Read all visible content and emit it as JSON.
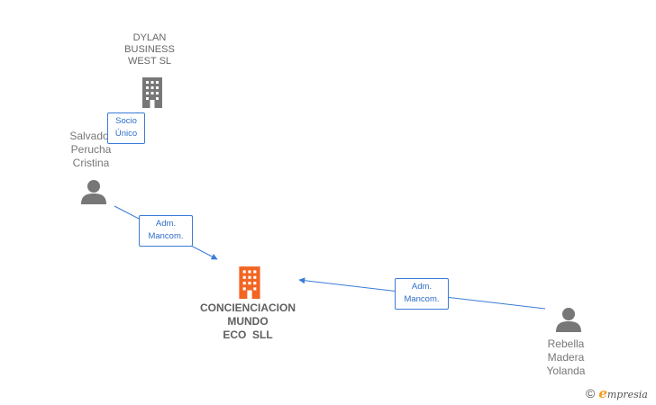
{
  "nodes": {
    "dylan": {
      "label_lines": [
        "DYLAN",
        "BUSINESS",
        "WEST SL"
      ],
      "type": "company",
      "color": "#777777"
    },
    "salvador": {
      "label_lines": [
        "Salvador",
        "Perucha",
        "Cristina"
      ],
      "type": "person",
      "color": "#777777"
    },
    "concienciacion": {
      "label_lines": [
        "CONCIENCIACION",
        "MUNDO",
        "ECO  SLL"
      ],
      "type": "company",
      "color": "#f26522"
    },
    "rebella": {
      "label_lines": [
        "Rebella",
        "Madera",
        "Yolanda"
      ],
      "type": "person",
      "color": "#777777"
    }
  },
  "edges": [
    {
      "from": "salvador",
      "to": "dylan",
      "label_lines": [
        "Socio",
        "Único"
      ]
    },
    {
      "from": "salvador",
      "to": "concienciacion",
      "label_lines": [
        "Adm.",
        "Mancom."
      ]
    },
    {
      "from": "rebella",
      "to": "concienciacion",
      "label_lines": [
        "Adm.",
        "Mancom."
      ]
    }
  ],
  "colors": {
    "edge": "#3a7bd5",
    "main_node": "#f26522",
    "other_node": "#777777"
  },
  "brand": {
    "copyright": "©",
    "e": "e",
    "rest": "mpresia"
  }
}
